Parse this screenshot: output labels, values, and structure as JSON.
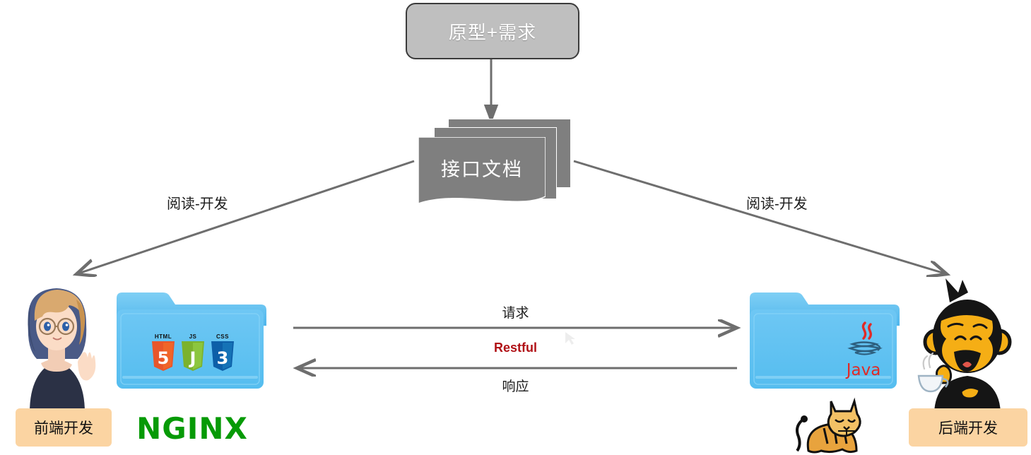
{
  "diagram": {
    "title_box": {
      "label": "原型+需求"
    },
    "doc_stack": {
      "label": "接口文档"
    },
    "edges": {
      "read_develop_left": "阅读-开发",
      "read_develop_right": "阅读-开发",
      "request": "请求",
      "response": "响应",
      "protocol": "Restful"
    },
    "roles": {
      "frontend": "前端开发",
      "backend": "后端开发"
    },
    "tech": {
      "html_caption": "HTML",
      "js_caption": "JS",
      "css_caption": "CSS",
      "html_number": "5",
      "js_letter": "J",
      "css_number": "3",
      "java_word": "Java",
      "nginx_word": "NGINX"
    },
    "icons": {
      "frontend_folder": "folder-icon",
      "backend_folder": "folder-icon",
      "girl_avatar": "anime-girl-avatar-icon",
      "monkey_avatar": "monkey-with-coffee-avatar-icon",
      "tomcat": "tomcat-cat-icon",
      "arrow_down": "arrow-down-icon",
      "arrow_right": "arrow-right-icon",
      "arrow_left": "arrow-left-icon"
    },
    "colors": {
      "box_fill": "#bfbfbf",
      "box_border": "#3b3b3b",
      "doc_fill": "#7f7f7f",
      "arrow": "#6e6e6e",
      "pill_fill": "#fbd4a2",
      "restful_text": "#b01116",
      "nginx_green": "#069a06",
      "java_red": "#e02a26",
      "folder_blue": "#64c3f0"
    }
  }
}
